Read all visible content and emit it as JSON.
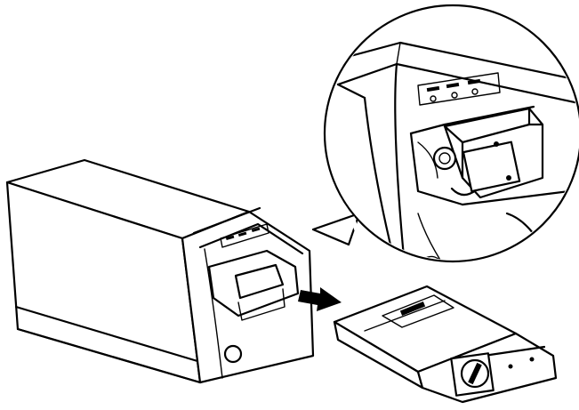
{
  "diagram": {
    "type": "line-art illustration",
    "stroke_color": "#000000",
    "background_color": "#ffffff",
    "parts": [
      "film-scanner",
      "front-panel",
      "status-lights",
      "holder-slot",
      "film-holder",
      "removal-arrow",
      "detail-callout"
    ]
  }
}
